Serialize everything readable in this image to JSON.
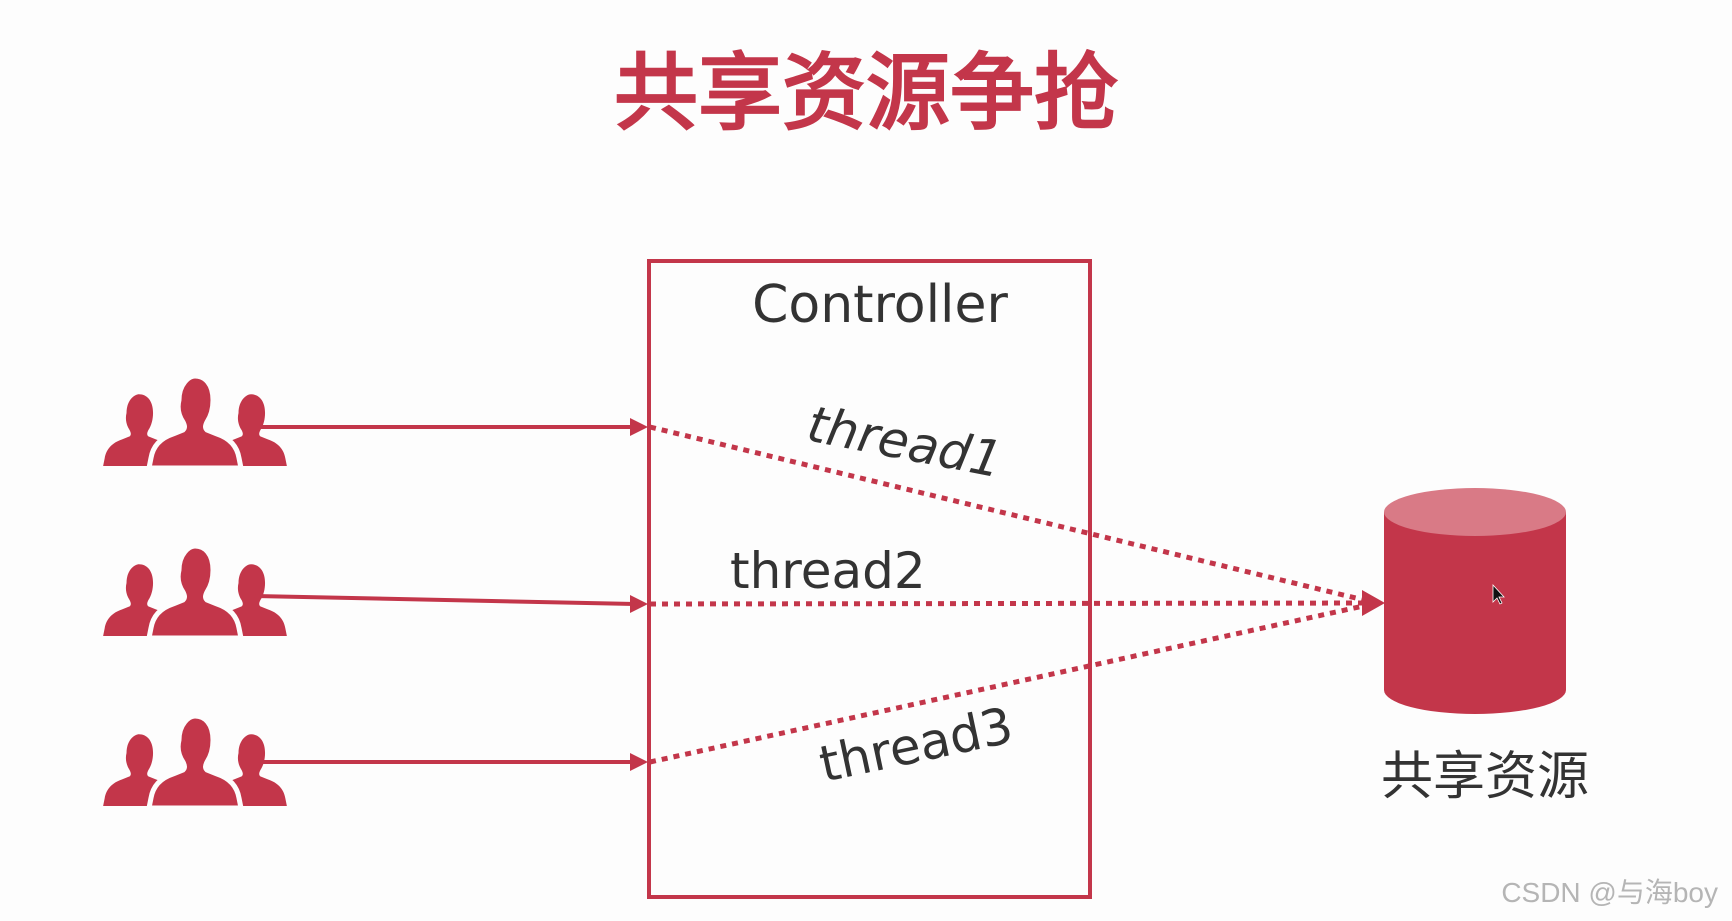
{
  "title": "共享资源争抢",
  "controller": {
    "label": "Controller"
  },
  "threads": [
    {
      "label": "thread1"
    },
    {
      "label": "thread2"
    },
    {
      "label": "thread3"
    }
  ],
  "user_groups": [
    {
      "icon": "user-group-icon"
    },
    {
      "icon": "user-group-icon"
    },
    {
      "icon": "user-group-icon"
    }
  ],
  "resource": {
    "label": "共享资源",
    "icon": "database-cylinder-icon"
  },
  "watermark": "CSDN @与海boy",
  "colors": {
    "accent": "#c3364a",
    "accent_light": "#d97a86",
    "text_dark": "#333333",
    "watermark": "#b5b5b5"
  }
}
